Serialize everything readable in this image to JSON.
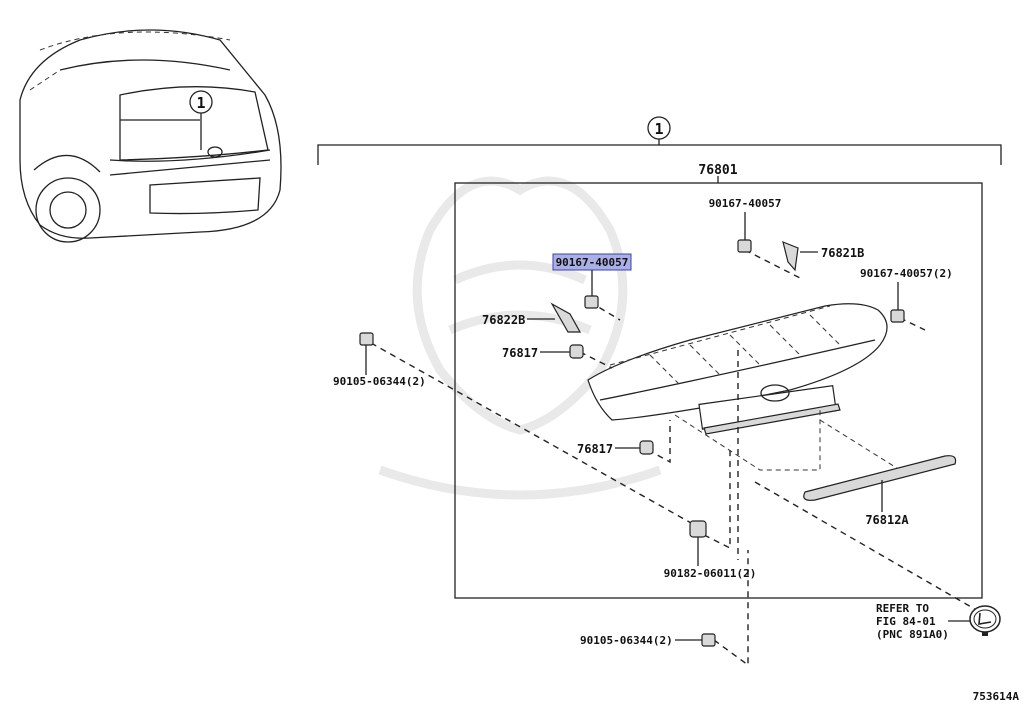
{
  "callout_marker": "1",
  "assembly_label": "76801",
  "parts": {
    "nut_top": "90167-40057",
    "nut_highlighted": "90167-40057",
    "nut_right": "90167-40057(2)",
    "bracket_right": "76821B",
    "bracket_left": "76822B",
    "clip_upper": "76817",
    "clip_lower": "76817",
    "screw_left": "90105-06344(2)",
    "screw_bottom": "90105-06344(2)",
    "grommet": "90182-06011(2)",
    "garnish": "76812A"
  },
  "refer_note": {
    "line1": "REFER TO",
    "line2": "FIG 84-01",
    "line3": "(PNC 891A0)"
  },
  "figure_id": "753614A",
  "colors": {
    "highlight_fill": "#aab0e6",
    "highlight_border": "#3a44b0",
    "line": "#222222"
  }
}
